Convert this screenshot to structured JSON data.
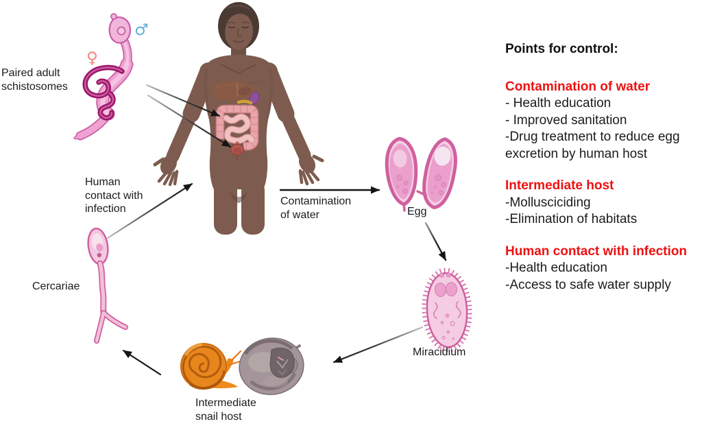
{
  "figure": {
    "labels": {
      "paired_adults": "Paired adult\nschistosomes",
      "female_symbol": "♀",
      "male_symbol": "♂",
      "human_contact": "Human\ncontact with\ninfection",
      "cercariae": "Cercariae",
      "contamination_of_water": "Contamination\nof water",
      "egg": "Egg",
      "miracidium": "Miracidium",
      "intermediate_snail_host": "Intermediate\nsnail host"
    }
  },
  "control_panel": {
    "title": "Points for control:",
    "sections": [
      {
        "heading": "Contamination of water",
        "items": [
          "- Health education",
          "- Improved sanitation",
          "-Drug treatment to reduce egg\nexcretion by human host"
        ]
      },
      {
        "heading": "Intermediate host",
        "items": [
          "-Mollusciciding",
          "-Elimination of habitats"
        ]
      },
      {
        "heading": "Human contact with infection",
        "items": [
          "-Health education",
          "-Access to safe water supply"
        ]
      }
    ]
  },
  "colors": {
    "heading_red": "#ee1111",
    "text_black": "#1b1b1b",
    "worm_pink": "#efa3d1",
    "worm_outline": "#c75da8",
    "worm_female_magenta": "#9c1668",
    "male_symbol_blue": "#63aede",
    "female_symbol_red": "#f1837b",
    "parasite_outline": "#d0609f",
    "parasite_fill": "#f4cde3",
    "skin_brown": "#7d5c4f",
    "hair_brown": "#4a3a33",
    "intestine_pink": "#e9a6aa",
    "spleen_purple": "#8f4f9b",
    "bladder_red": "#b4584f",
    "snail_orange": "#e8861e",
    "snail_gray": "#a39599",
    "arrow_black": "#141414",
    "background": "#ffffff"
  }
}
